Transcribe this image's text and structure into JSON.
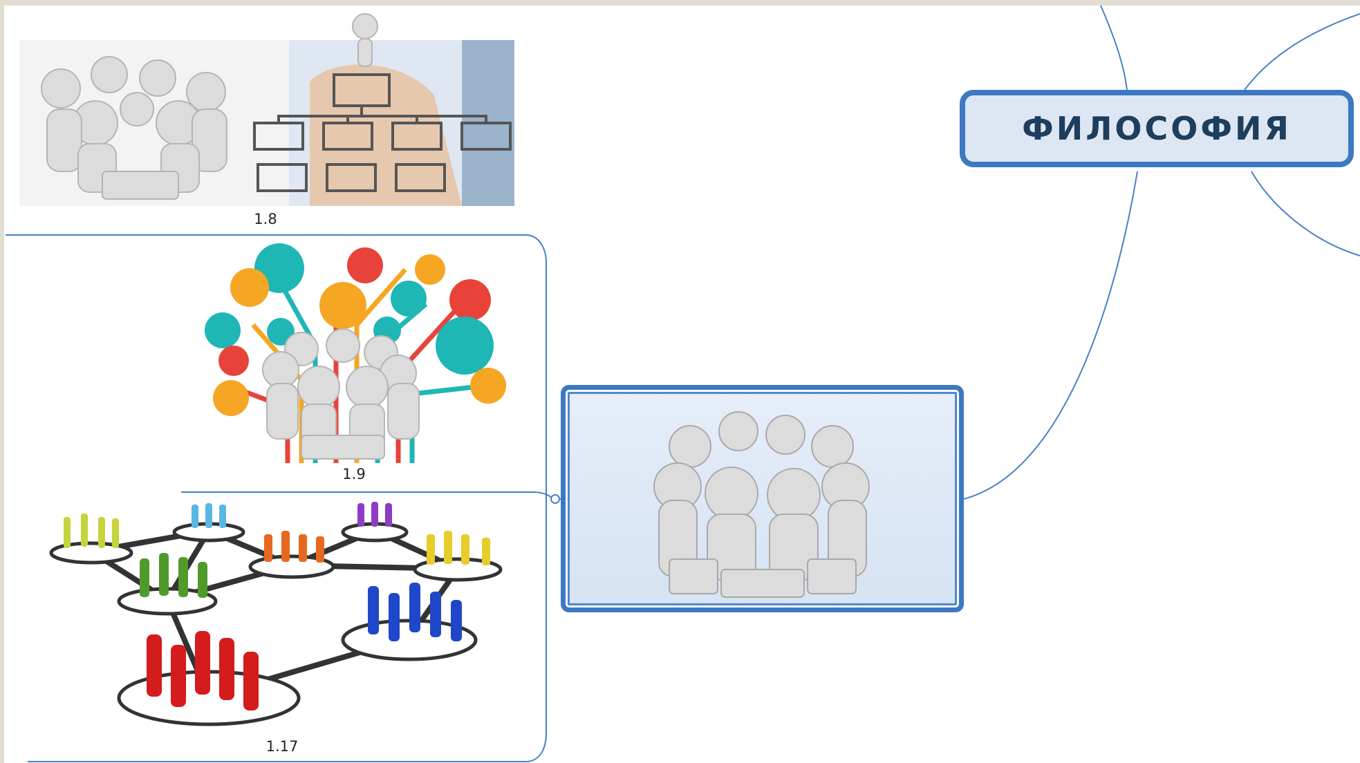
{
  "mindmap": {
    "central_topic": "ФИЛОСОФИЯ",
    "branch_images": [
      {
        "id": "1.8",
        "caption": "1.8",
        "depicts": "figures-in-circle-and-org-chart"
      },
      {
        "id": "1.9",
        "caption": "1.9",
        "depicts": "figures-in-circle-with-icon-tree"
      },
      {
        "id": "1.17",
        "caption": "1.17",
        "depicts": "people-network-groups"
      }
    ],
    "subtopic_image": {
      "depicts": "figures-in-circle"
    }
  },
  "colors": {
    "node_border": "#3d78c2",
    "node_fill": "#dce7f3",
    "connector": "#4a7fc4",
    "page_background": "#e2ddd3"
  }
}
